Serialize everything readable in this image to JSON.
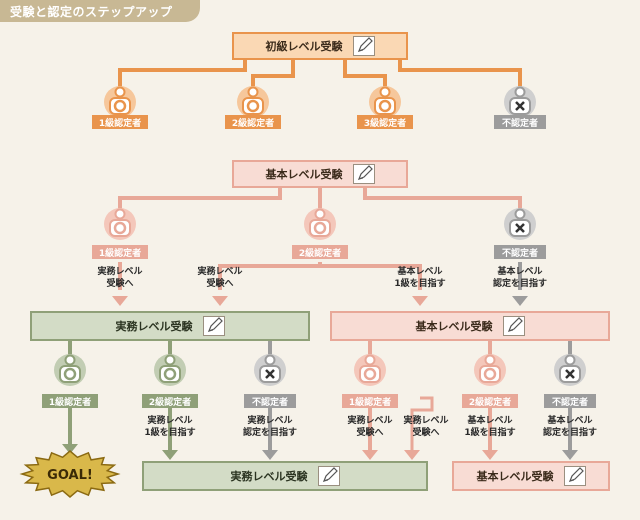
{
  "title": "受験と認定のステップアップ",
  "colors": {
    "orange": "#e9944c",
    "orange_fill": "#fad8b4",
    "pink": "#e8a898",
    "pink_fill": "#f8dcd4",
    "green": "#8fa078",
    "green_fill": "#d3dcc6",
    "gray": "#9c9c9c",
    "goal_gold": "#d9b84a"
  },
  "boxes": {
    "shokyu": "初級レベル受験",
    "kihon_top": "基本レベル受験",
    "jitsumu_mid": "実務レベル受験",
    "kihon_mid": "基本レベル受験",
    "jitsumu_bottom": "実務レベル受験",
    "kihon_bottom": "基本レベル受験"
  },
  "tags": {
    "r1_1": "1級認定者",
    "r1_2": "2級認定者",
    "r1_3": "3級認定者",
    "r1_none": "不認定者",
    "r2_1": "1級認定者",
    "r2_2": "2級認定者",
    "r2_none": "不認定者",
    "r3_1": "1級認定者",
    "r3_2": "2級認定者",
    "r3_none": "不認定者",
    "r4_1": "1級認定者",
    "r4_2": "2級認定者",
    "r4_none": "不認定者"
  },
  "notes": {
    "n2_a": "実務レベル\n受験へ",
    "n2_b": "実務レベル\n受験へ",
    "n2_c": "基本レベル\n1級を目指す",
    "n2_d": "基本レベル\n認定を目指す",
    "n3_b": "実務レベル\n1級を目指す",
    "n3_c": "実務レベル\n認定を目指す",
    "n4_a": "実務レベル\n受験へ",
    "n4_b": "実務レベル\n受験へ",
    "n4_c": "基本レベル\n1級を目指す",
    "n4_d": "基本レベル\n認定を目指す"
  },
  "goal": "GOAL!"
}
